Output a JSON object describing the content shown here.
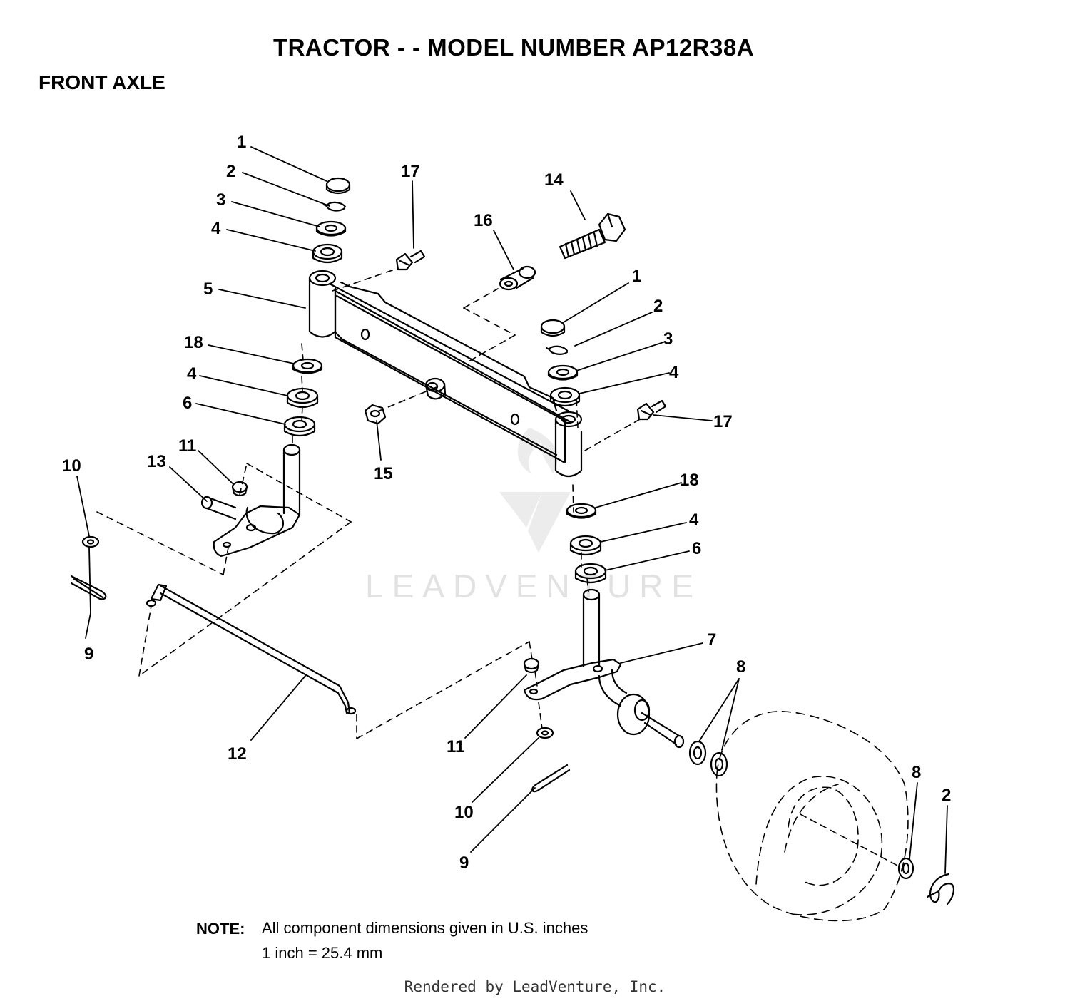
{
  "header": {
    "title": "TRACTOR - - MODEL NUMBER AP12R38A",
    "section": "FRONT AXLE"
  },
  "watermark": {
    "text": "LEADVENTURE"
  },
  "callouts": {
    "c1a": "1",
    "c2a": "2",
    "c3a": "3",
    "c4a": "4",
    "c5": "5",
    "c18a": "18",
    "c4b": "4",
    "c6a": "6",
    "c11a": "11",
    "c13": "13",
    "c10a": "10",
    "c9a": "9",
    "c17a": "17",
    "c16": "16",
    "c14": "14",
    "c15": "15",
    "c1b": "1",
    "c2b": "2",
    "c3b": "3",
    "c4c": "4",
    "c17b": "17",
    "c18b": "18",
    "c4d": "4",
    "c6b": "6",
    "c7": "7",
    "c8a": "8",
    "c8b": "8",
    "c2c": "2",
    "c11b": "11",
    "c10b": "10",
    "c9b": "9",
    "c12": "12"
  },
  "note": {
    "label": "NOTE:",
    "line1": "All component dimensions given in U.S. inches",
    "line2": "1 inch = 25.4 mm"
  },
  "footer": {
    "credit": "Rendered by LeadVenture, Inc."
  }
}
